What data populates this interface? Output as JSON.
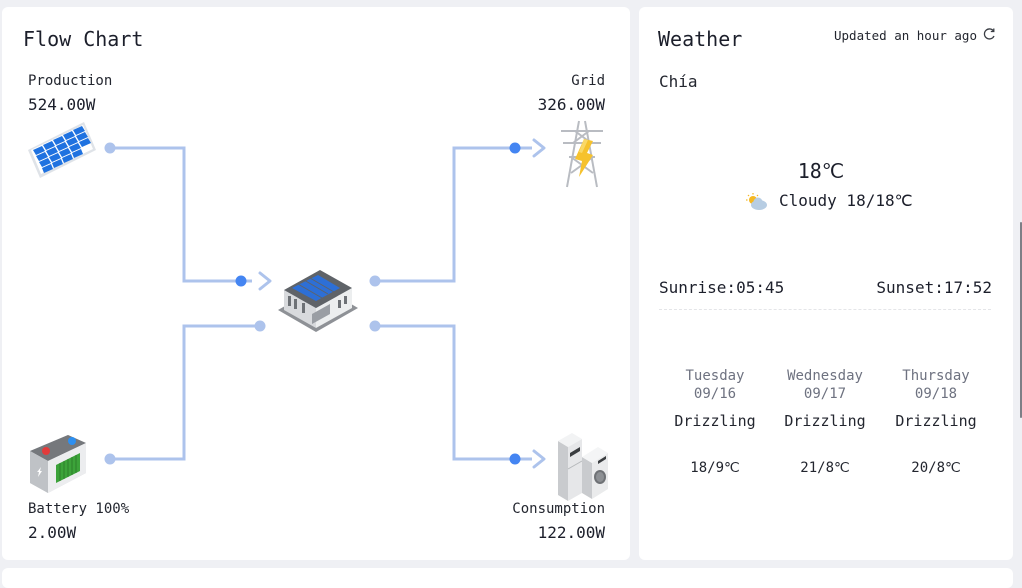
{
  "flow_chart": {
    "title": "Flow Chart",
    "colors": {
      "line": "#adc3ec",
      "dot_active": "#4485f2",
      "dot_idle": "#adc3ec"
    },
    "nodes": {
      "production": {
        "label": "Production",
        "value": "524.00W",
        "icon": "solar-panel-icon"
      },
      "grid": {
        "label": "Grid",
        "value": "326.00W",
        "icon": "power-tower-icon"
      },
      "battery": {
        "label": "Battery 100%",
        "value": "2.00W",
        "icon": "battery-icon"
      },
      "consumption": {
        "label": "Consumption",
        "value": "122.00W",
        "icon": "appliances-icon"
      },
      "home": {
        "icon": "house-icon"
      }
    }
  },
  "weather": {
    "title": "Weather",
    "updated": "Updated an hour ago",
    "refresh_icon": "refresh-icon",
    "city": "Chía",
    "current_temp": "18℃",
    "condition_icon": "partly-cloudy-icon",
    "condition": "Cloudy 18/18℃",
    "sunrise": "Sunrise:05:45",
    "sunset": "Sunset:17:52",
    "forecast": [
      {
        "day": "Tuesday",
        "date": "09/16",
        "condition": "Drizzling",
        "temp": "18/9℃"
      },
      {
        "day": "Wednesday",
        "date": "09/17",
        "condition": "Drizzling",
        "temp": "21/8℃"
      },
      {
        "day": "Thursday",
        "date": "09/18",
        "condition": "Drizzling",
        "temp": "20/8℃"
      }
    ]
  }
}
